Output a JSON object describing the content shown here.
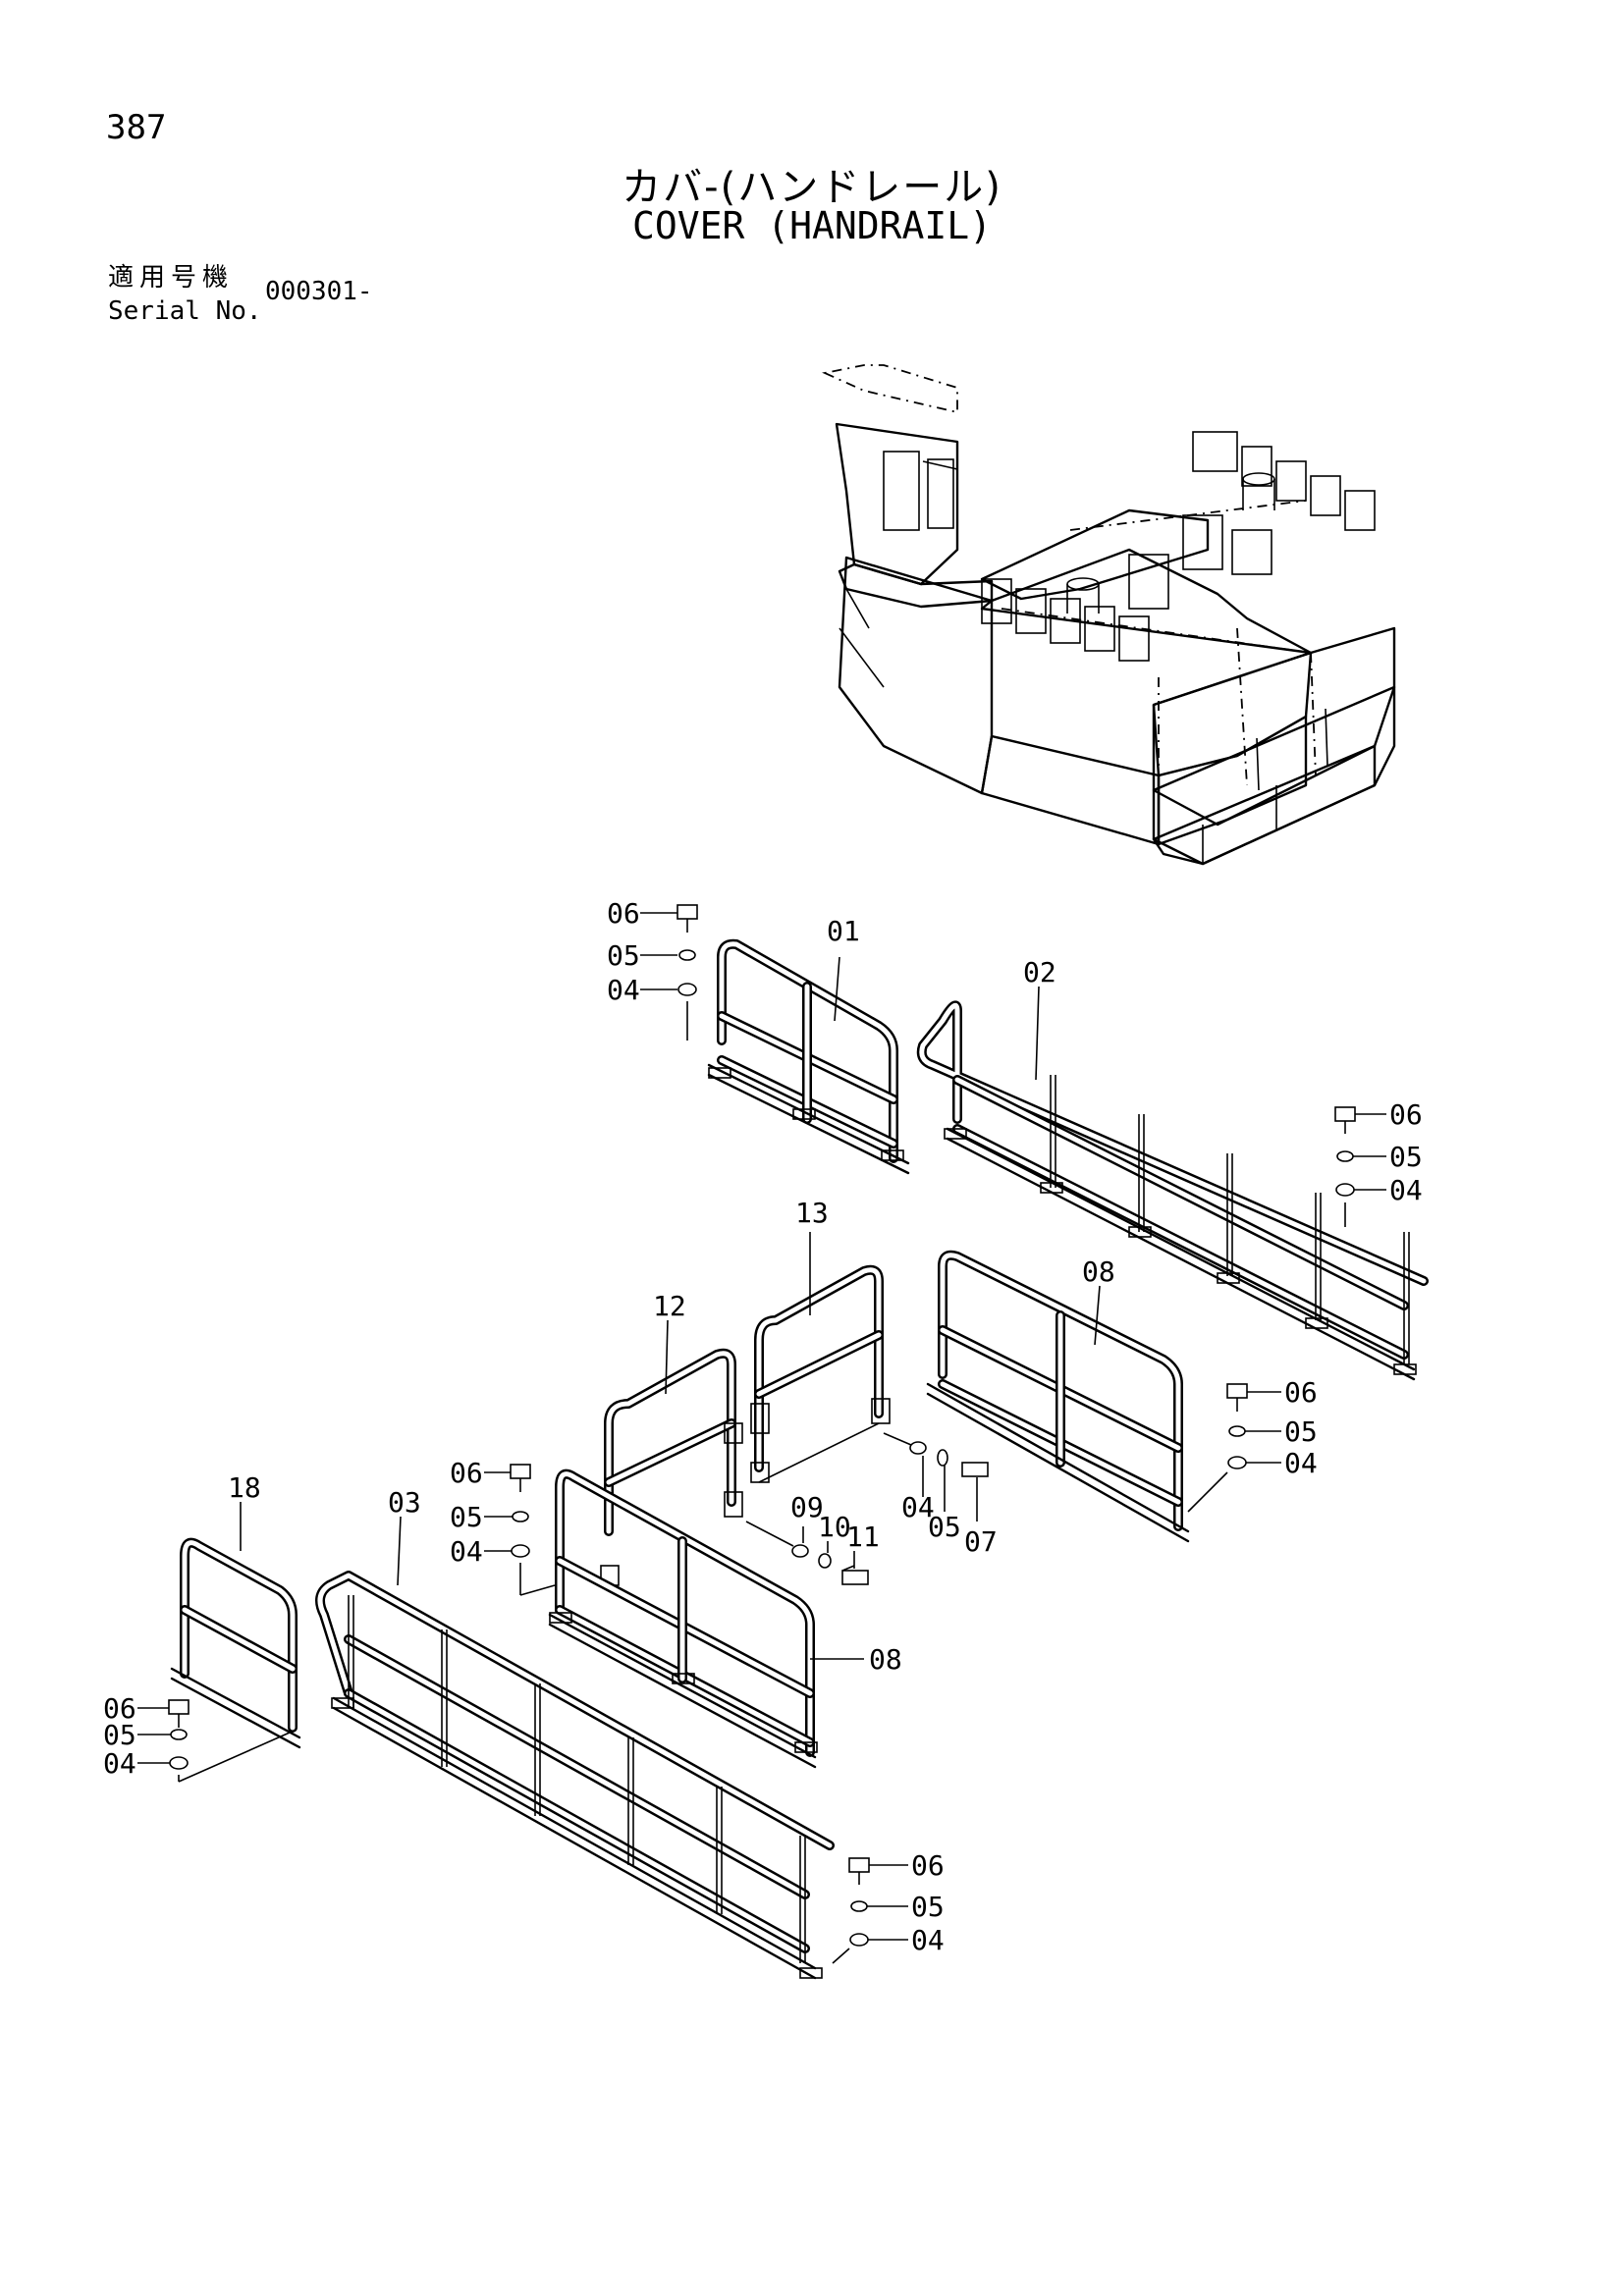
{
  "header": {
    "page_number": "387",
    "title_jp": "カバ-(ハンドレール)",
    "title_en": "COVER (HANDRAIL)",
    "serial_label_jp": "適用号機",
    "serial_label_en": "Serial No.",
    "serial_value": "000301-"
  },
  "callouts": {
    "part_01": "01",
    "part_02": "02",
    "part_03": "03",
    "part_08a": "08",
    "part_08b": "08",
    "part_12": "12",
    "part_13": "13",
    "part_18": "18",
    "part_09": "09",
    "part_10": "10",
    "part_11": "11",
    "part_04_mid": "04",
    "part_05_mid": "05",
    "part_07": "07",
    "set_a": [
      "06",
      "05",
      "04"
    ],
    "set_b": [
      "06",
      "05",
      "04"
    ],
    "set_c": [
      "06",
      "05",
      "04"
    ],
    "set_d": [
      "06",
      "05",
      "04"
    ],
    "set_e": [
      "06",
      "05",
      "04"
    ],
    "set_f": [
      "06",
      "05",
      "04"
    ]
  }
}
